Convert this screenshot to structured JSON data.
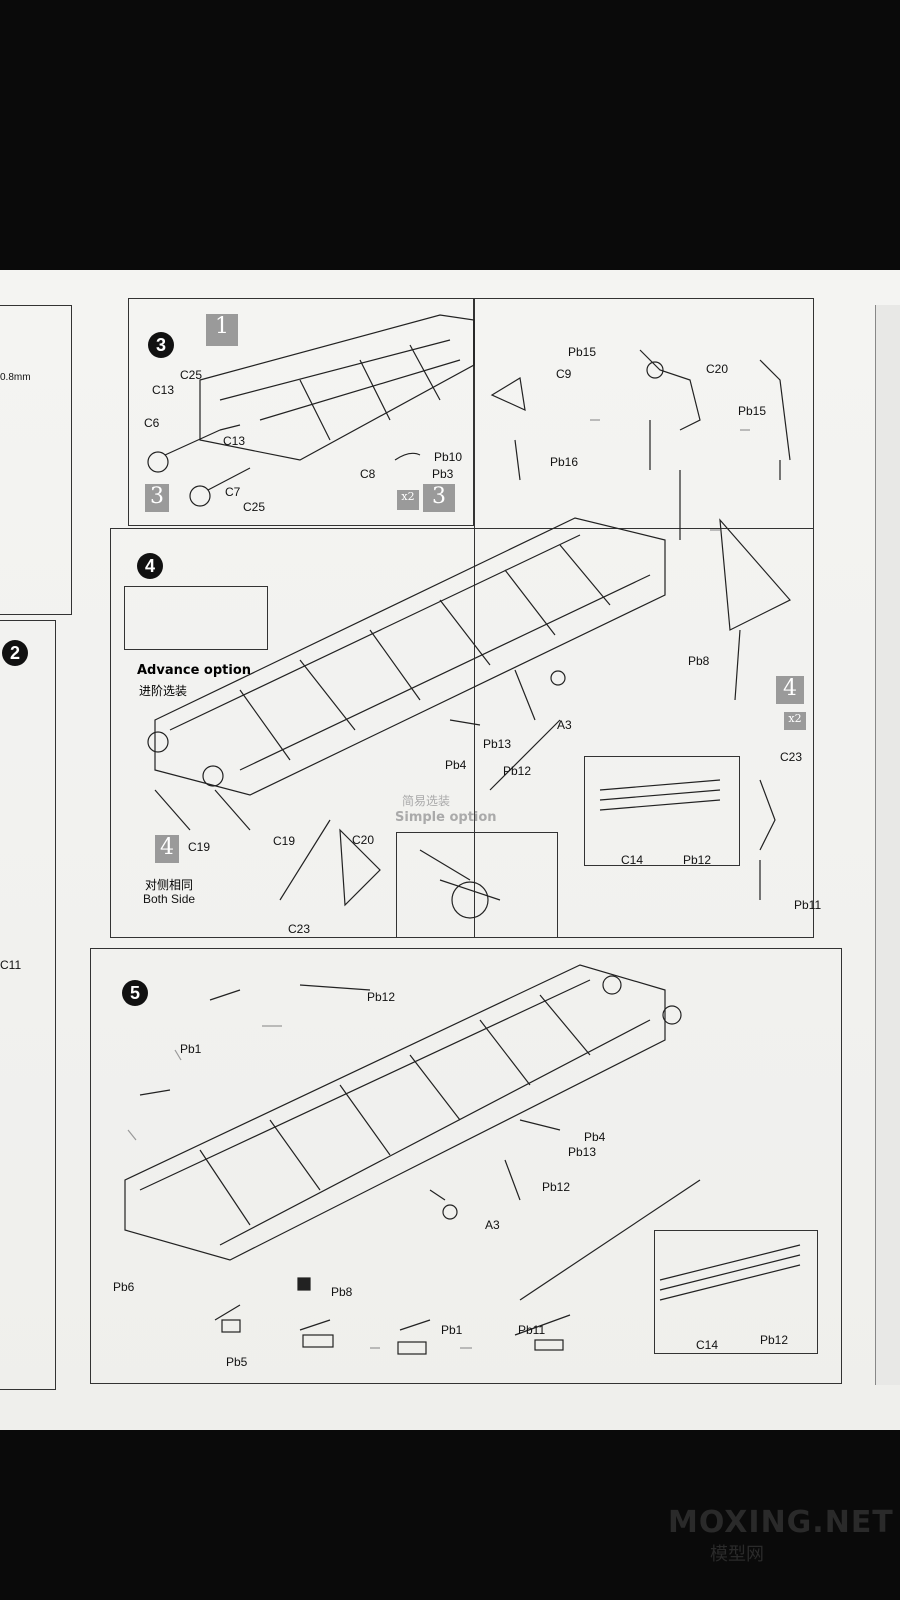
{
  "left_fragment": {
    "text_mm": "0.8mm",
    "step2": "2",
    "c11": "C11"
  },
  "step3": {
    "number": "3",
    "view_box_top": "1",
    "view_box_bottom": "3",
    "repeat_box": "3",
    "repeat_mult": "x2",
    "labels": [
      "C25",
      "C13",
      "C6",
      "C13",
      "C7",
      "C25",
      "Pb10",
      "C8",
      "Pb3"
    ],
    "right_labels": [
      "Pb15",
      "C9",
      "C20",
      "Pb15",
      "Pb16"
    ]
  },
  "step4": {
    "number": "4",
    "advance_option_en": "Advance option",
    "advance_option_cn": "进阶选装",
    "simple_option_en": "Simple option",
    "simple_option_cn": "简易选装",
    "both_side_cn": "对侧相同",
    "both_side_en": "Both Side",
    "side_box": "4",
    "repeat_box": "4",
    "repeat_mult": "x2",
    "labels": [
      "Pb8",
      "A3",
      "Pb13",
      "Pb4",
      "Pb12",
      "C19",
      "C19",
      "C20",
      "C23",
      "C14",
      "Pb12",
      "C23",
      "Pb11"
    ]
  },
  "step5": {
    "number": "5",
    "labels": [
      "Pb12",
      "Pb1",
      "Pb4",
      "Pb13",
      "Pb12",
      "A3",
      "Pb6",
      "Pb8",
      "Pb5",
      "Pb1",
      "Pb11",
      "C14",
      "Pb12"
    ]
  },
  "watermark": {
    "main": "MOXING.NET",
    "sub": "模型网"
  }
}
